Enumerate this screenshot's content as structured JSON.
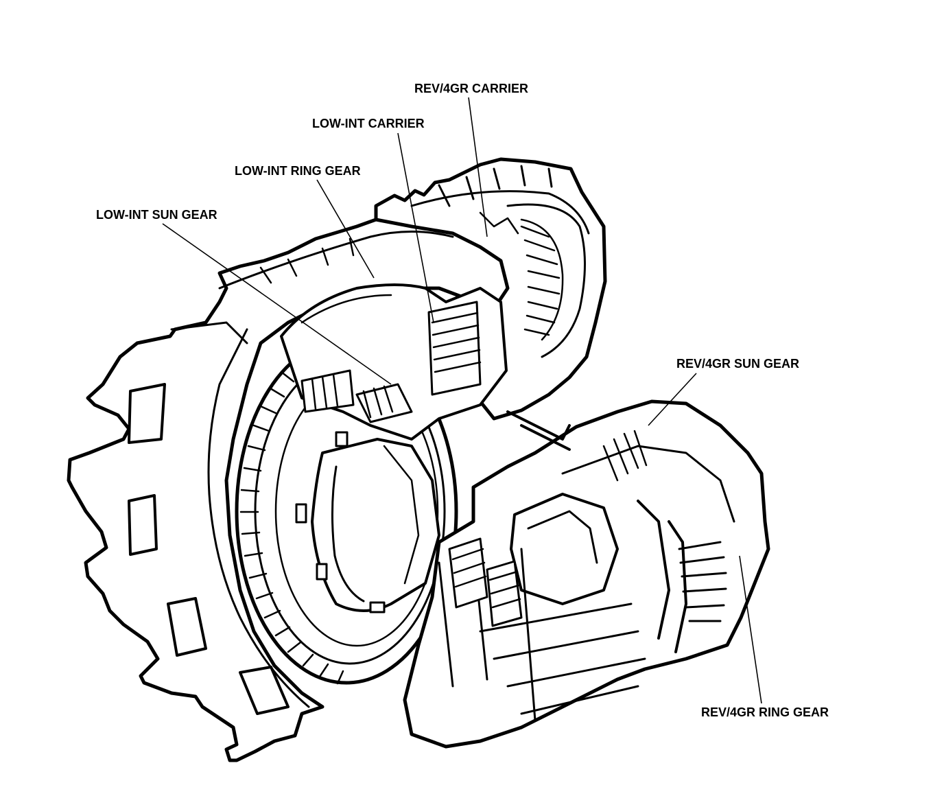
{
  "labels": {
    "rev4gr_carrier": "REV/4GR CARRIER",
    "low_int_carrier": "LOW-INT CARRIER",
    "low_int_ring_gear": "LOW-INT RING GEAR",
    "low_int_sun_gear": "LOW-INT SUN GEAR",
    "rev4gr_sun_gear": "REV/4GR SUN GEAR",
    "rev4gr_ring_gear": "REV/4GR RING GEAR"
  },
  "colors": {
    "ink": "#000000",
    "paper": "#ffffff"
  }
}
